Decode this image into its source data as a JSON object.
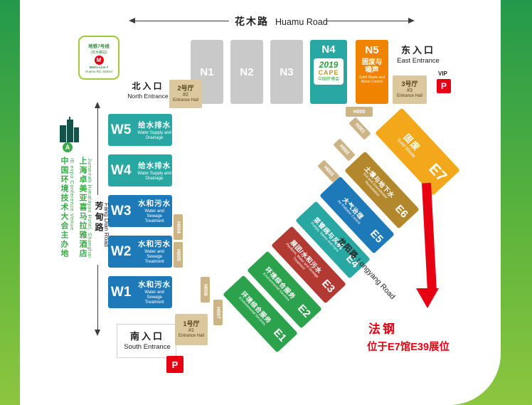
{
  "roads": {
    "huamu_zh": "花木路",
    "huamu_en": "Huamu Road",
    "fangdian_zh": "芳甸路",
    "fangdian_en": "Fang Dian Road",
    "longyang_zh": "龙阳路",
    "longyang_en": "Longyang Road"
  },
  "entrances": {
    "north_zh": "北入口",
    "north_en": "North Entrance",
    "east_zh": "东入口",
    "east_en": "East Entrance",
    "south_zh": "南入口",
    "south_en": "South Entrance"
  },
  "entrance_halls": {
    "h1_zh": "1号厅",
    "h1_no": "#1",
    "h1_en": "Entrance Hall",
    "h2_zh": "2号厅",
    "h2_no": "#2",
    "h2_en": "Entrance Hall",
    "h3_zh": "3号厅",
    "h3_no": "#3",
    "h3_en": "Entrance Hall"
  },
  "parking": {
    "vip": "VIP",
    "p": "P"
  },
  "metro": {
    "line_zh": "地铁7号线",
    "station_zh": "(花木路站)",
    "logo": "M",
    "line_en": "Metro Line 7",
    "station_en": "Huamu Rd. Station"
  },
  "expo_logo": {
    "year": "2019",
    "name": "CAPE",
    "zh": "中国环博会"
  },
  "halls": {
    "north": [
      {
        "code": "N1"
      },
      {
        "code": "N2"
      },
      {
        "code": "N3"
      },
      {
        "code": "N4"
      },
      {
        "code": "N5",
        "zh": "固废与噪声",
        "en": "Solid Waste and Noise Control"
      }
    ],
    "west": [
      {
        "code": "W5",
        "zh": "给水排水",
        "en": "Water Supply and Drainage"
      },
      {
        "code": "W4",
        "zh": "给水排水",
        "en": "Water Supply and Drainage"
      },
      {
        "code": "W3",
        "zh": "水和污水",
        "en": "Water and Sewage Treatment"
      },
      {
        "code": "W2",
        "zh": "水和污水",
        "en": "Water and Sewage Treatment"
      },
      {
        "code": "W1",
        "zh": "水和污水",
        "en": "Water and Sewage Treatment"
      }
    ],
    "east": [
      {
        "code": "E1",
        "zh": "环境综合服务",
        "en": "Environmental Services"
      },
      {
        "code": "E2",
        "zh": "环境综合服务",
        "en": "Environmental Services"
      },
      {
        "code": "E3",
        "zh": "展团/水和污水",
        "en": "Pavilions, Water and Sewage Treatment"
      },
      {
        "code": "E4",
        "zh": "泵管阀与风机",
        "en": "Pumps, Valves and Fans"
      },
      {
        "code": "E5",
        "zh": "大气治理",
        "en": "Air Pollution Control"
      },
      {
        "code": "E6",
        "zh": "土壤与地下水",
        "en": "Soil and Groundwater Remediation"
      },
      {
        "code": "E7",
        "zh": "固废",
        "en": "Solid Waste"
      }
    ]
  },
  "connectors": {
    "h000": "H000",
    "h001": "H001",
    "h002": "H002",
    "h003": "H003",
    "h004": "H004",
    "h005": "H005",
    "h006": "H006",
    "h007": "H007"
  },
  "venue_info": {
    "marker": "A",
    "zh1": "中国环境技术大会主办地",
    "en1": "IE expo Conference Venue",
    "zh2": "上海卓美亚喜马拉雅酒店",
    "en2": "Jumeirah Himalayas Hotel, Shanghai"
  },
  "annotation": {
    "name": "法钢",
    "location": "位于E7馆E39展位"
  },
  "colors": {
    "teal": "#29a7a3",
    "blue": "#1e79b9",
    "green": "#2ca24d",
    "orange": "#f08300",
    "yellow": "#f3a81c",
    "maroon": "#b23a33",
    "gold": "#b3872c",
    "gray": "#c9c9c9",
    "tan": "#cdb486",
    "red": "#e60012",
    "brand_green": "#3aa948"
  }
}
